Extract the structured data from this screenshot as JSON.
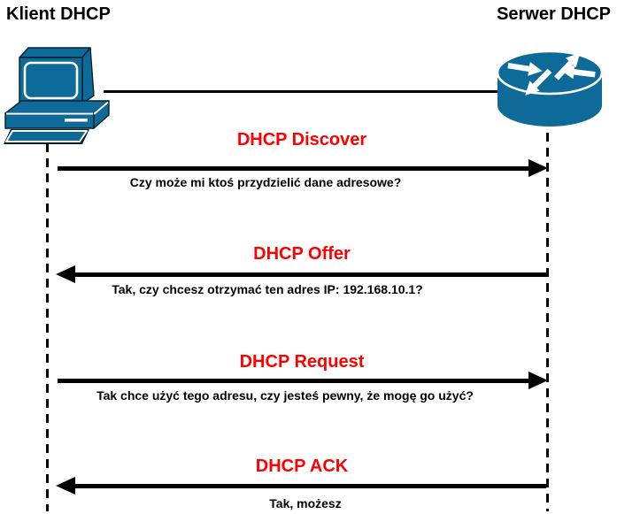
{
  "diagram": {
    "client": {
      "title": "Klient DHCP",
      "icon": "desktop-computer-icon"
    },
    "server": {
      "title": "Serwer DHCP",
      "icon": "router-icon"
    },
    "messages": [
      {
        "label": "DHCP Discover",
        "direction": "right",
        "text": "Czy może mi ktoś przydzielić dane adresowe?"
      },
      {
        "label": "DHCP Offer",
        "direction": "left",
        "text": "Tak, czy chcesz otrzymać ten adres IP: 192.168.10.1?"
      },
      {
        "label": "DHCP Request",
        "direction": "right",
        "text": "Tak chce użyć tego adresu, czy jesteś pewny, że mogę go użyć?"
      },
      {
        "label": "DHCP ACK",
        "direction": "left",
        "text": "Tak, możesz"
      }
    ],
    "colors": {
      "label_red": "#ff0000",
      "icon_blue": "#0e6b99",
      "line_black": "#000000"
    }
  }
}
